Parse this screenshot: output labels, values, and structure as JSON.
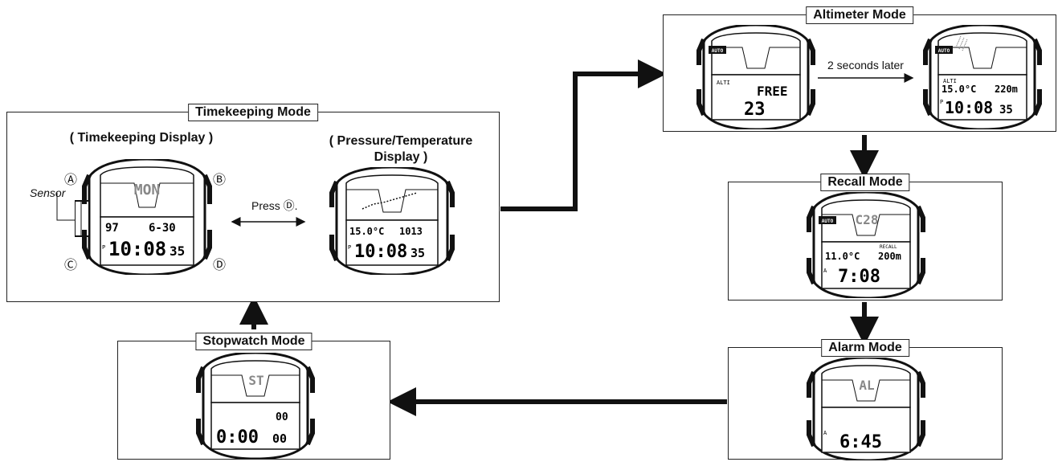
{
  "timekeeping": {
    "title": "Timekeeping Mode",
    "display_label": "( Timekeeping Display )",
    "pt_label_line1": "( Pressure/Temperature",
    "pt_label_line2": "Display )",
    "sensor": "Sensor",
    "press_label": "Press Ⓓ.",
    "buttons": {
      "a": "Ⓐ",
      "b": "Ⓑ",
      "c": "Ⓒ",
      "d": "Ⓓ"
    },
    "watch1": {
      "top": "MON",
      "left": "97",
      "right": "6-30",
      "p": "P",
      "time": "10:08",
      "sec": "35"
    },
    "watch2": {
      "left": "15.0°C",
      "right": "1013",
      "p": "P",
      "time": "10:08",
      "sec": "35"
    }
  },
  "altimeter": {
    "title": "Altimeter Mode",
    "later": "2 seconds later",
    "watch1": {
      "auto": "AUTO",
      "alti": "ALTI",
      "mid": "FREE",
      "big": "23"
    },
    "watch2": {
      "auto": "AUTO",
      "alti": "ALTI",
      "left": "15.0°C",
      "right": "220m",
      "p": "P",
      "time": "10:08",
      "sec": "35"
    }
  },
  "recall": {
    "title": "Recall Mode",
    "watch": {
      "auto": "AUTO",
      "top": "C28",
      "left": "11.0°C",
      "recall": "RECALL",
      "right": "200m",
      "a": "A",
      "time": "7:08"
    }
  },
  "alarm": {
    "title": "Alarm Mode",
    "watch": {
      "top": "AL",
      "a": "A",
      "time": "6:45"
    }
  },
  "stopwatch": {
    "title": "Stopwatch Mode",
    "watch": {
      "top": "ST",
      "right": "00",
      "time": "0:00",
      "sec": "00"
    }
  }
}
